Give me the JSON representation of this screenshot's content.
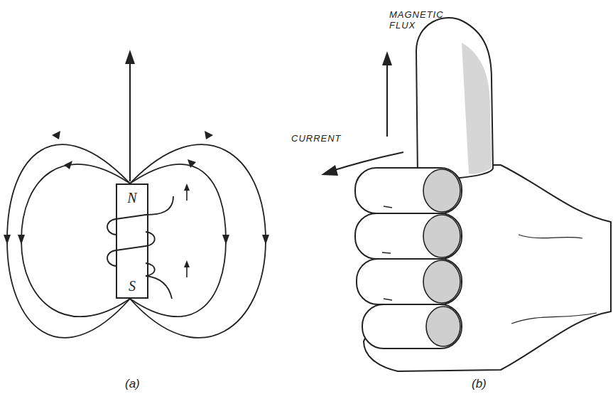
{
  "diagram": {
    "nodes": [
      {
        "text": [
          "N",
          "S"
        ]
      }
    ],
    "labels": [
      "MAGNETIC FLUX",
      "CURRENT",
      "(a)",
      "(b)"
    ]
  }
}
